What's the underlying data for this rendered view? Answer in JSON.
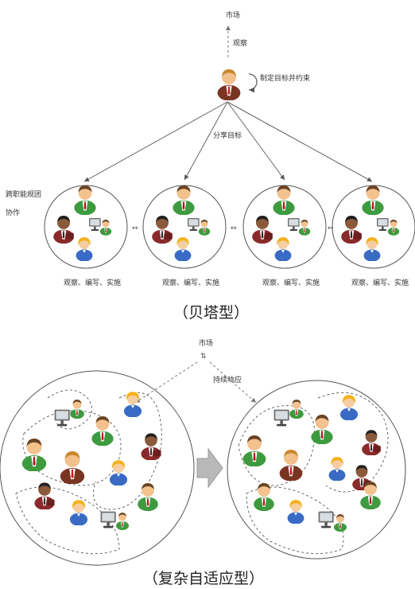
{
  "top_diagram": {
    "market_label": "市场",
    "observe_label": "观察",
    "leader_note": "制定目标并约束",
    "share_goal_label": "分享目标",
    "side_note_line1": "跨职能规团",
    "side_note_line2": "协作",
    "team_caption": "观察、编写、实施",
    "caption": "（贝塔型）"
  },
  "bottom_diagram": {
    "market_label": "市场",
    "response_label": "持续响应",
    "caption": "（复杂自适应型）"
  }
}
